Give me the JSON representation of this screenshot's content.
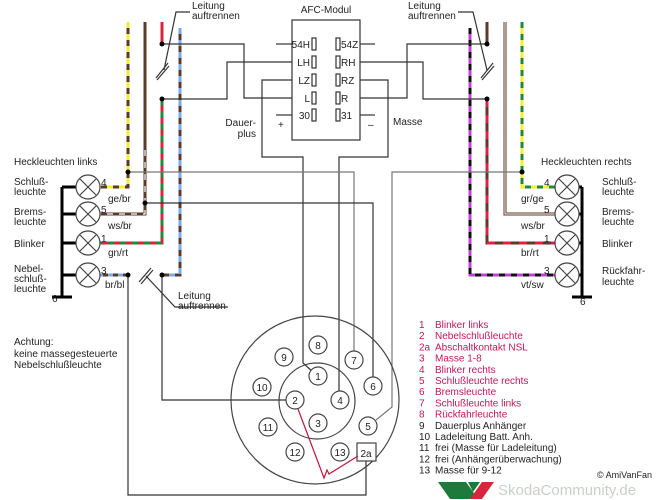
{
  "afc": {
    "title": "AFC-Modul",
    "left_pins": [
      "54H",
      "LH",
      "LZ",
      "L",
      "30"
    ],
    "right_pins": [
      "54Z",
      "RH",
      "RZ",
      "R",
      "31"
    ],
    "plus_sign": "+",
    "minus_sign": "–",
    "dauerplus": [
      "Dauer-",
      "plus"
    ],
    "masse": "Masse"
  },
  "cut_label": [
    "Leitung",
    "auftrennen"
  ],
  "left_lights": {
    "title": "Heckleuchten links",
    "lamps": [
      {
        "label": [
          "Schluß-",
          "leuchte"
        ],
        "pin": "4",
        "wire": "ge/br"
      },
      {
        "label": [
          "Brems-",
          "leuchte"
        ],
        "pin": "5",
        "wire": "ws/br"
      },
      {
        "label": [
          "Blinker"
        ],
        "pin": "1",
        "wire": "gn/rt"
      },
      {
        "label": [
          "Nebel-",
          "schluß-",
          "leuchte"
        ],
        "pin": "3",
        "wire": "br/bl"
      }
    ],
    "ground_pin": "6"
  },
  "right_lights": {
    "title": "Heckleuchten rechts",
    "lamps": [
      {
        "label": [
          "Schluß-",
          "leuchte"
        ],
        "pin": "4",
        "wire": "gr/ge"
      },
      {
        "label": [
          "Brems-",
          "leuchte"
        ],
        "pin": "5",
        "wire": "ws/br"
      },
      {
        "label": [
          "Blinker"
        ],
        "pin": "1",
        "wire": "br/rt"
      },
      {
        "label": [
          "Rückfahr-",
          "leuchte"
        ],
        "pin": "3",
        "wire": "vt/sw"
      }
    ],
    "ground_pin": "6"
  },
  "note": [
    "Achtung:",
    "keine massegesteuerte",
    "Nebelschlußleuchte"
  ],
  "plug_pins": [
    "1",
    "2",
    "3",
    "4",
    "5",
    "6",
    "7",
    "8",
    "9",
    "10",
    "11",
    "12",
    "13",
    "2a"
  ],
  "legend": [
    {
      "num": "1",
      "text": "Blinker links",
      "color": "#c0185a"
    },
    {
      "num": "2",
      "text": "Nebelschlußleuchte",
      "color": "#c0185a"
    },
    {
      "num": "2a",
      "text": "Abschaltkontakt NSL",
      "color": "#c0185a"
    },
    {
      "num": "3",
      "text": "Masse 1-8",
      "color": "#c0185a"
    },
    {
      "num": "4",
      "text": "Blinker rechts",
      "color": "#c0185a"
    },
    {
      "num": "5",
      "text": "Schlußleuchte rechts",
      "color": "#c0185a"
    },
    {
      "num": "6",
      "text": "Bremsleuchte",
      "color": "#c0185a"
    },
    {
      "num": "7",
      "text": "Schlußleuchte links",
      "color": "#c0185a"
    },
    {
      "num": "8",
      "text": "Rückfahrleuchte",
      "color": "#c0185a"
    },
    {
      "num": "9",
      "text": "Dauerplus Anhänger",
      "color": "#222222"
    },
    {
      "num": "10",
      "text": "Ladeleitung Batt. Anh.",
      "color": "#222222"
    },
    {
      "num": "11",
      "text": "frei (Masse für Ladeleitung)",
      "color": "#222222"
    },
    {
      "num": "12",
      "text": "frei (Anhängerüberwachung)",
      "color": "#222222"
    },
    {
      "num": "13",
      "text": "Masse für 9-12",
      "color": "#222222"
    }
  ],
  "watermark": {
    "site": "SkodaCommunity.de",
    "author": "© AmiVanFan"
  },
  "colors": {
    "wire_dark": "#222222",
    "wire_gray": "#777777",
    "legend_red": "#c0185a"
  }
}
